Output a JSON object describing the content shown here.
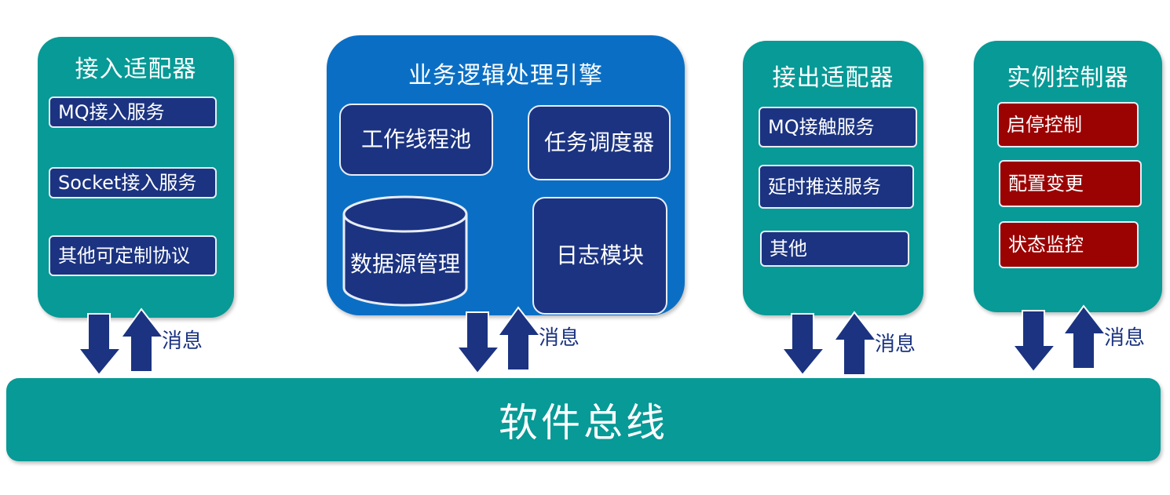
{
  "bus": {
    "label": "软件总线"
  },
  "message_label": "消息",
  "access_adapter": {
    "title": "接入适配器",
    "items": [
      "MQ接入服务",
      "Socket接入服务",
      "其他可定制协议"
    ]
  },
  "engine": {
    "title": "业务逻辑处理引擎",
    "items": [
      "工作线程池",
      "任务调度器",
      "数据源管理",
      "日志模块"
    ]
  },
  "output_adapter": {
    "title": "接出适配器",
    "items": [
      "MQ接触服务",
      "延时推送服务",
      "其他"
    ]
  },
  "instance_controller": {
    "title": "实例控制器",
    "items": [
      "启停控制",
      "配置变更",
      "状态监控"
    ]
  },
  "colors": {
    "teal": "#079a96",
    "blue": "#0a6fc4",
    "navy": "#1b3381",
    "red": "#9b0303"
  }
}
